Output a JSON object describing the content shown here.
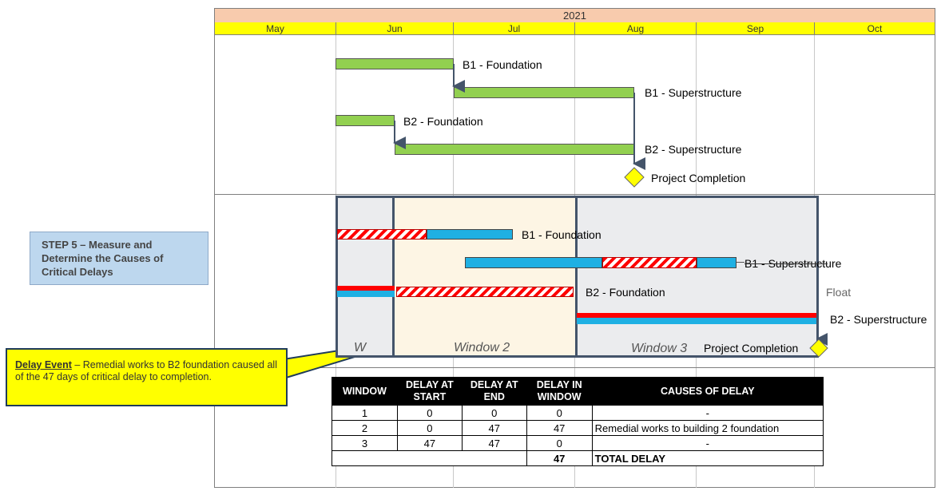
{
  "timeline": {
    "year": "2021",
    "months": [
      "May",
      "Jun",
      "Jul",
      "Aug",
      "Sep",
      "Oct"
    ]
  },
  "planned": {
    "b1_foundation": "B1 - Foundation",
    "b1_superstructure": "B1 - Superstructure",
    "b2_foundation": "B2  - Foundation",
    "b2_superstructure": "B2  - Superstructure",
    "project_completion": "Project Completion"
  },
  "actual": {
    "b1_foundation": "B1 - Foundation",
    "b1_superstructure": "B1 - Superstructure",
    "b2_foundation": "B2 - Foundation",
    "b2_superstructure": "B2 - Superstructure",
    "float": "Float",
    "project_completion": "Project Completion",
    "windows": [
      "W",
      "Window 2",
      "Window 3"
    ]
  },
  "step_box": {
    "text": "STEP 5 – Measure and Determine the Causes of Critical Delays"
  },
  "delay_event": {
    "title": "Delay Event",
    "text": " – Remedial works to B2 foundation caused all of the 47 days of critical delay to completion."
  },
  "table": {
    "headers": [
      "WINDOW",
      "DELAY AT START",
      "DELAY AT END",
      "DELAY IN WINDOW",
      "CAUSES OF DELAY"
    ],
    "rows": [
      [
        "1",
        "0",
        "0",
        "0",
        "-"
      ],
      [
        "2",
        "0",
        "47",
        "47",
        "Remedial works to building 2 foundation"
      ],
      [
        "3",
        "47",
        "47",
        "0",
        "-"
      ]
    ],
    "total": {
      "value": "47",
      "label": "TOTAL DELAY"
    }
  },
  "colors": {
    "year_bar": "#f8cbad",
    "month_bar": "#ffff00",
    "planned_bar": "#92d050",
    "actual_bar": "#1fb0e3",
    "delay": "#ff0000",
    "window2": "#fdf5e4",
    "window_shade": "#ebecee",
    "step_box": "#bdd7ee",
    "delay_box": "#ffff00"
  }
}
